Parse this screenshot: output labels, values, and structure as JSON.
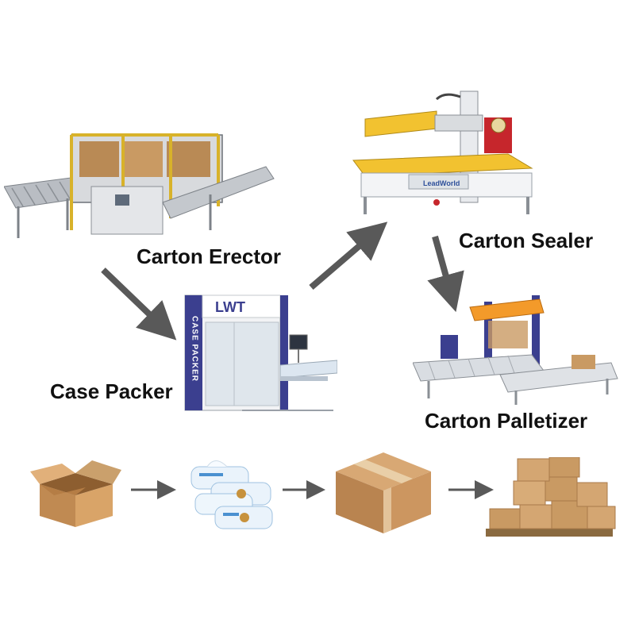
{
  "nodes": {
    "erector": {
      "label": "Carton Erector"
    },
    "packer": {
      "label": "Case Packer",
      "panel_text": "CASE PACKER",
      "logo": "LWT"
    },
    "sealer": {
      "label": "Carton Sealer",
      "logo": "LeadWorld"
    },
    "palletizer": {
      "label": "Carton Palletizer"
    }
  },
  "flow_icons": [
    {
      "name": "empty-open-box"
    },
    {
      "name": "wet-wipe-packs"
    },
    {
      "name": "sealed-carton"
    },
    {
      "name": "palletized-cartons"
    }
  ],
  "colors": {
    "arrow": "#595959",
    "machine_blue": "#3b3f8f",
    "sealer_yellow": "#f2c230",
    "palletizer_orange": "#f39a2a",
    "carton_brown": "#c99a63"
  }
}
